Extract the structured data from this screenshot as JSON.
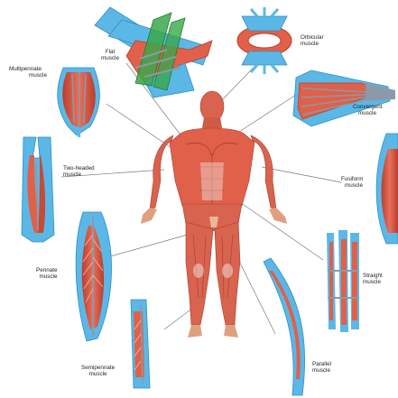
{
  "colors": {
    "fascia": "#5bb8e6",
    "fascia_dark": "#2f8fc4",
    "muscle": "#e0604a",
    "muscle_dark": "#b93e2e",
    "tendon": "#8a9aa8",
    "skin": "#e8b898",
    "highlight": "#3aa84a",
    "leader": "#7a7a7a"
  },
  "labels": {
    "flat": [
      "Flat",
      "muscle"
    ],
    "orbicular": [
      "Orbicular",
      "muscle"
    ],
    "multipennate": [
      "Multipennate",
      "muscle"
    ],
    "convergent": [
      "Convergent",
      "muscle"
    ],
    "two_headed": [
      "Two-headed",
      "muscle"
    ],
    "fusiform": [
      "Fusiform",
      "muscle"
    ],
    "pennate": [
      "Pennate",
      "muscle"
    ],
    "straight": [
      "Straight",
      "muscle"
    ],
    "semipennate": [
      "Semipennate",
      "muscle"
    ],
    "parallel": [
      "Parallel",
      "muscle"
    ]
  }
}
